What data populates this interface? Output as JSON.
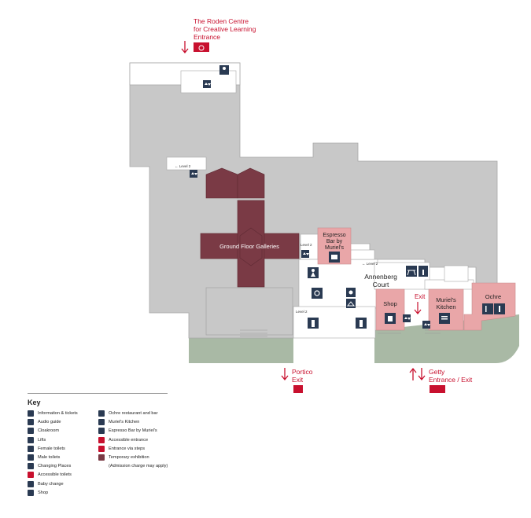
{
  "labels": {
    "roden": [
      "The Roden Centre",
      "for Creative Learning",
      "Entrance"
    ],
    "ground_floor_galleries": "Ground Floor Galleries",
    "espresso": [
      "Espresso",
      "Bar by",
      "Muriel's"
    ],
    "annenberg": [
      "Annenberg",
      "Court"
    ],
    "shop": "Shop",
    "muriels": [
      "Muriel's",
      "Kitchen"
    ],
    "ochre": "Ochre",
    "exit": "Exit",
    "portico": [
      "Portico",
      "Exit"
    ],
    "getty": [
      "Getty",
      "Entrance / Exit"
    ],
    "level2": "Level 2",
    "level2_arrow": "← Level 2",
    "level2_small": "Level 2"
  },
  "key": {
    "title": "Key",
    "left": [
      {
        "icon": "information-icon",
        "text": "Information & tickets"
      },
      {
        "icon": "audio-guide-icon",
        "text": "Audio guide"
      },
      {
        "icon": "cloakroom-icon",
        "text": "Cloakroom"
      },
      {
        "icon": "lift-icon",
        "text": "Lifts"
      },
      {
        "icon": "female-toilets-icon",
        "text": "Female toilets"
      },
      {
        "icon": "male-toilets-icon",
        "text": "Male toilets"
      },
      {
        "icon": "changing-places-icon",
        "text": "Changing Places"
      },
      {
        "icon": "accessible-toilets-icon",
        "text": "Accessible toilets"
      },
      {
        "icon": "baby-change-icon",
        "text": "Baby change"
      },
      {
        "icon": "shop-icon",
        "text": "Shop"
      }
    ],
    "right": [
      {
        "icon": "ochre-restaurant-icon",
        "text": "Ochre restaurant and bar"
      },
      {
        "icon": "muriels-kitchen-icon",
        "text": "Muriel's Kitchen"
      },
      {
        "icon": "espresso-bar-icon",
        "text": "Espresso Bar by Muriel's"
      },
      {
        "icon": "accessible-entrance-icon",
        "text": "Accessible entrance"
      },
      {
        "icon": "entrance-via-steps-icon",
        "text": "Entrance via steps"
      },
      {
        "icon": "temporary-exhibition-swatch",
        "text": "Temporary exhibition"
      },
      {
        "icon": "none",
        "text": "(Admission charge may apply)"
      }
    ]
  },
  "colors": {
    "building": "#c8c8c8",
    "circulation": "#ffffff",
    "garden": "#a9b9a5",
    "exhibition": "#7a3a45",
    "cafe": "#e9a6a8",
    "accent": "#c8102e",
    "icon": "#2a3a52"
  }
}
